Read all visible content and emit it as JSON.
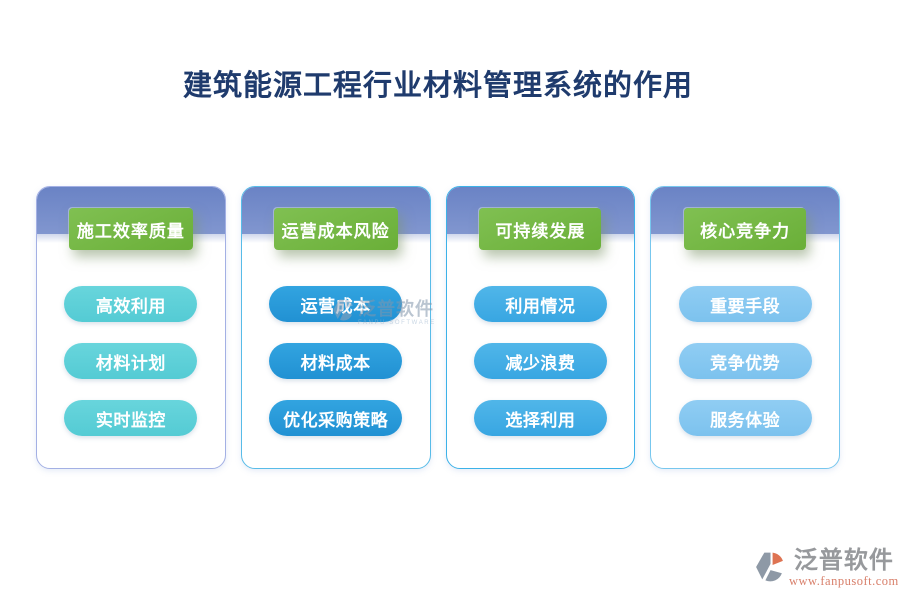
{
  "title": "建筑能源工程行业材料管理系统的作用",
  "columns": [
    {
      "header": "施工效率质量",
      "items": [
        "高效利用",
        "材料计划",
        "实时监控"
      ],
      "colors": {
        "pill_top": "#68d5dc",
        "pill_bottom": "#54cbd4",
        "border": "#a3b0e4"
      }
    },
    {
      "header": "运营成本风险",
      "items": [
        "运营成本",
        "材料成本",
        "优化采购策略"
      ],
      "colors": {
        "pill_top": "#32a4e0",
        "pill_bottom": "#2191d3",
        "border": "#58bce8"
      }
    },
    {
      "header": "可持续发展",
      "items": [
        "利用情况",
        "减少浪费",
        "选择利用"
      ],
      "colors": {
        "pill_top": "#50b6e9",
        "pill_bottom": "#38a6e2",
        "border": "#3cb2e8"
      }
    },
    {
      "header": "核心竞争力",
      "items": [
        "重要手段",
        "竞争优势",
        "服务体验"
      ],
      "colors": {
        "pill_top": "#90cdf3",
        "pill_bottom": "#7cc2ee",
        "border": "#77c7ee"
      }
    }
  ],
  "watermark": {
    "name": "泛普软件",
    "sub": "FANPU SOFTWARE"
  },
  "footer": {
    "brand": "泛普软件",
    "url": "www.fanpusoft.com"
  },
  "colors": {
    "title_color": "#1f3b6d",
    "band_top": "#6a83c5",
    "band_bottom": "#8196cf",
    "badge_top": "#80c052",
    "badge_bottom": "#6aaf38",
    "footer_url_color": "#d87f6a",
    "footer_brand_color": "#97999c"
  }
}
